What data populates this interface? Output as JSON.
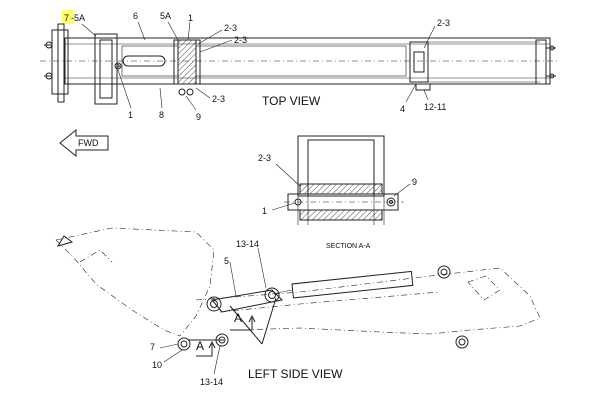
{
  "diagram": {
    "views": {
      "top": "TOP VIEW",
      "section": "SECTION A-A",
      "left_side": "LEFT SIDE VIEW"
    },
    "fwd": "FWD",
    "highlight_color": "#ffff66",
    "callouts": {
      "top": {
        "c7": "7",
        "c5a_left": "-5A",
        "c6": "6",
        "c5a": "5A",
        "c1_top": "1",
        "c23_a": "2-3",
        "c23_b": "2-3",
        "c23_c": "2-3",
        "c1_bottom": "1",
        "c8": "8",
        "c9": "9",
        "c23_right": "2-3",
        "c4": "4",
        "c1211": "12-11"
      },
      "section": {
        "c23": "2-3",
        "c9": "9",
        "c1": "1"
      },
      "side": {
        "c1314_top": "13-14",
        "c5": "5",
        "a_upper": "A",
        "a_lower": "A",
        "c7": "7",
        "c10": "10",
        "c1314_bottom": "13-14"
      }
    }
  }
}
